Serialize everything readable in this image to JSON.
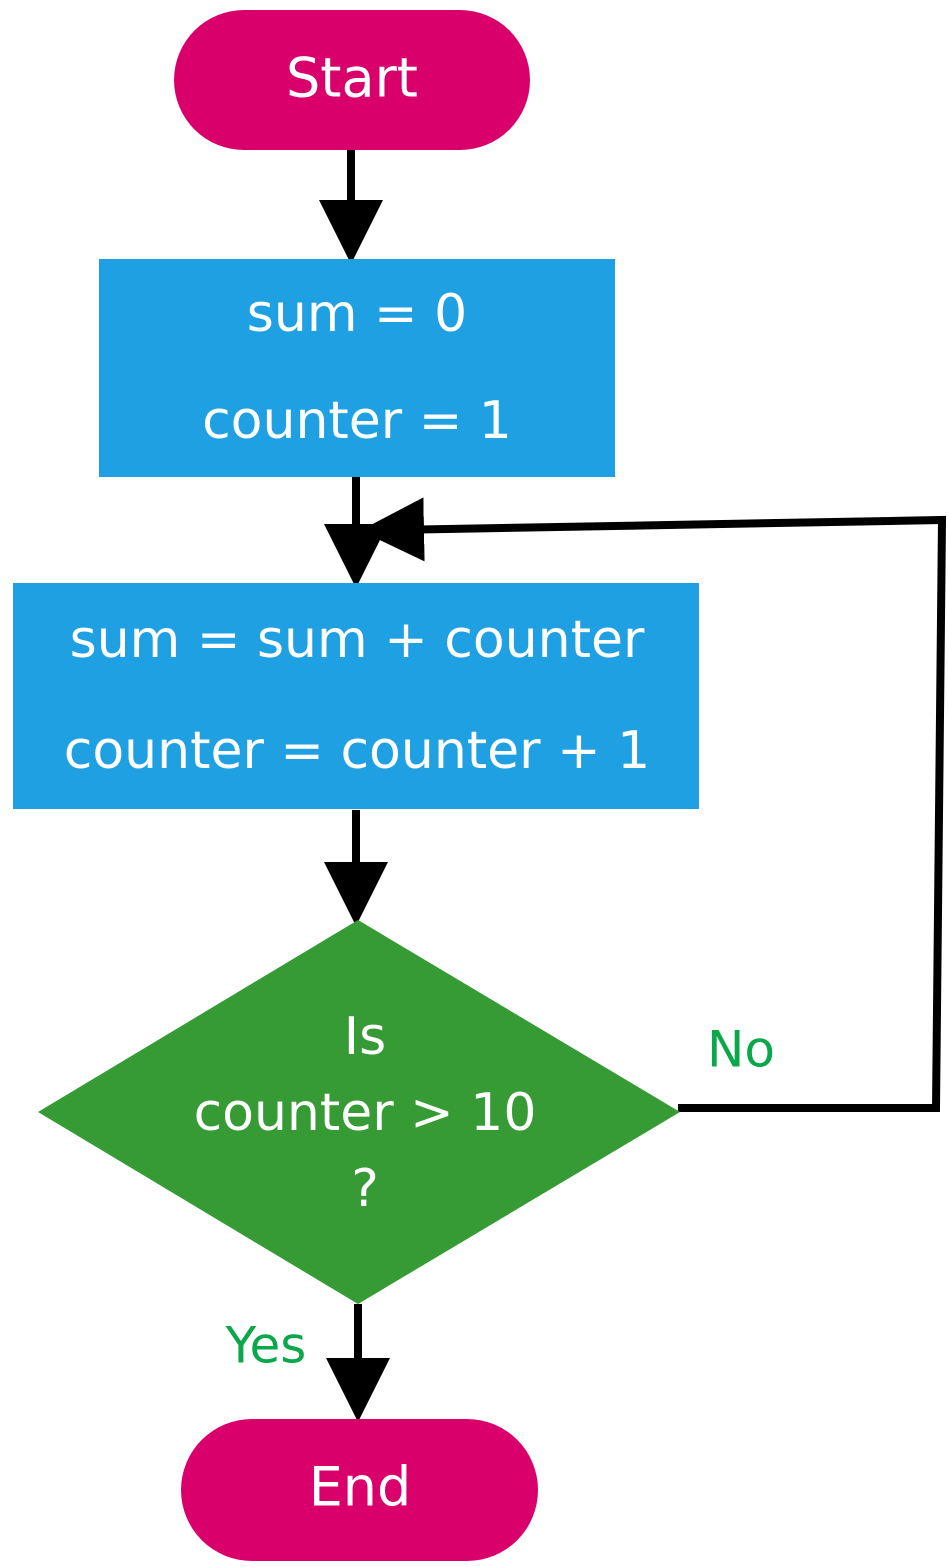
{
  "colors": {
    "terminal": "#d9006c",
    "process": "#1ea0e2",
    "decision": "#369a35",
    "branch_label": "#0aa84a",
    "connector": "#000000"
  },
  "nodes": {
    "start": {
      "label": "Start"
    },
    "init": {
      "line1": "sum = 0",
      "line2": "counter = 1"
    },
    "update": {
      "line1": "sum = sum + counter",
      "line2": "counter = counter + 1"
    },
    "decision": {
      "line1": "Is",
      "line2": "counter > 10",
      "line3": "?"
    },
    "end": {
      "label": "End"
    }
  },
  "branches": {
    "no": "No",
    "yes": "Yes"
  }
}
